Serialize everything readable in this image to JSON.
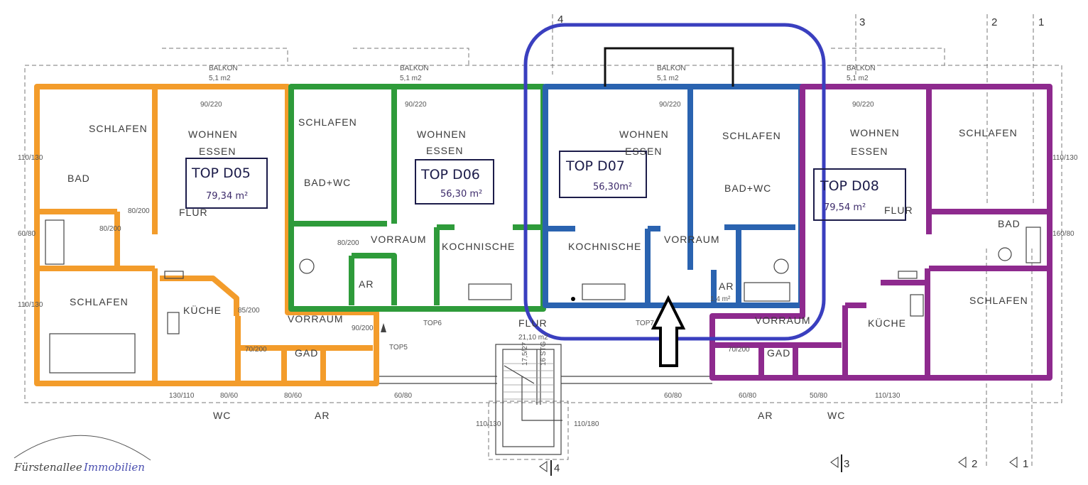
{
  "colors": {
    "orange": "#f39c2b",
    "green": "#2e9b3a",
    "blue": "#2a63b0",
    "purple": "#8e2a8e",
    "highlight": "#3a3fbf"
  },
  "units": [
    {
      "name": "TOP D05",
      "area": "79,34 m²"
    },
    {
      "name": "TOP D06",
      "area": "56,30 m²"
    },
    {
      "name": "TOP D07",
      "area": "56,30m²"
    },
    {
      "name": "TOP D08",
      "area": "79,54 m²"
    }
  ],
  "rooms": {
    "d05": [
      "SCHLAFEN",
      "WOHNEN",
      "ESSEN",
      "BAD",
      "FLUR",
      "SCHLAFEN",
      "KÜCHE",
      "VORRAUM",
      "GAD",
      "WC",
      "AR"
    ],
    "d06": [
      "SCHLAFEN",
      "BAD+WC",
      "WOHNEN",
      "ESSEN",
      "VORRAUM",
      "KOCHNISCHE",
      "AR"
    ],
    "d07": [
      "WOHNEN",
      "ESSEN",
      "SCHLAFEN",
      "BAD+WC",
      "KOCHNISCHE",
      "VORRAUM",
      "AR",
      "1,4 m²"
    ],
    "d08": [
      "WOHNEN",
      "ESSEN",
      "SCHLAFEN",
      "FLUR",
      "BAD",
      "KÜCHE",
      "SCHLAFEN",
      "VORRAUM",
      "GAD",
      "AR",
      "WC"
    ]
  },
  "balconies": [
    {
      "label": "BALKON",
      "area": "5,1 m2"
    },
    {
      "label": "BALKON",
      "area": "5,1 m2"
    },
    {
      "label": "BALKON",
      "area": "5,1 m2"
    },
    {
      "label": "BALKON",
      "area": "5,1 m2"
    }
  ],
  "corridor": {
    "label": "FLUR",
    "area": "21,10 m2",
    "tops": [
      "TOP5",
      "TOP6",
      "TOP7"
    ]
  },
  "stairs": {
    "rise": "17,5/27",
    "steps": "16 STG"
  },
  "dims": [
    "110/130",
    "60/80",
    "110/130",
    "80/200",
    "80/200",
    "80/200",
    "85/200",
    "90/200",
    "70/200",
    "70/200",
    "130/110",
    "80/60",
    "80/60",
    "60/80",
    "110/130",
    "110/180",
    "60/80",
    "60/80",
    "50/80",
    "110/130",
    "110/130",
    "160/80",
    "90/220",
    "90/220",
    "90/220",
    "90/220"
  ],
  "axes": {
    "top": [
      "4",
      "3",
      "2",
      "1"
    ],
    "bottom": [
      "4",
      "3",
      "2",
      "1"
    ]
  },
  "logo": {
    "part1": "Fürstenallee",
    "part2": "Immobilien"
  }
}
